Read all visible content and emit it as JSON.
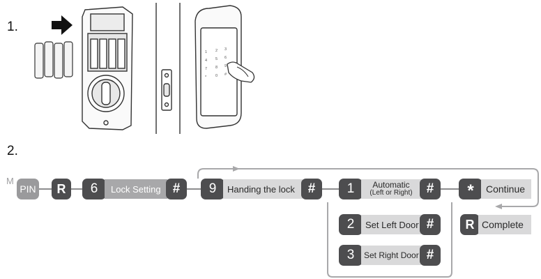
{
  "step1": {
    "number": "1."
  },
  "step2": {
    "number": "2."
  },
  "sequence": {
    "m_label": "M",
    "pin_label": "PIN",
    "r_key": "R",
    "six_key": "6",
    "lock_setting_label": "Lock Setting",
    "hash_key": "#",
    "nine_key": "9",
    "handing_label": "Handing the lock",
    "one_key": "1",
    "automatic_label": "Automatic",
    "automatic_sub": "(Left or Right)",
    "star_key": "*",
    "continue_label": "Continue",
    "two_key": "2",
    "set_left_label": "Set Left Door",
    "three_key": "3",
    "set_right_label": "Set Right Door",
    "complete_r_key": "R",
    "complete_label": "Complete"
  },
  "colors": {
    "dark_key": "#4d4d4f",
    "gray_key": "#9a9a9c",
    "label_bg": "#d9d9da",
    "line": "#8c8c8e"
  }
}
